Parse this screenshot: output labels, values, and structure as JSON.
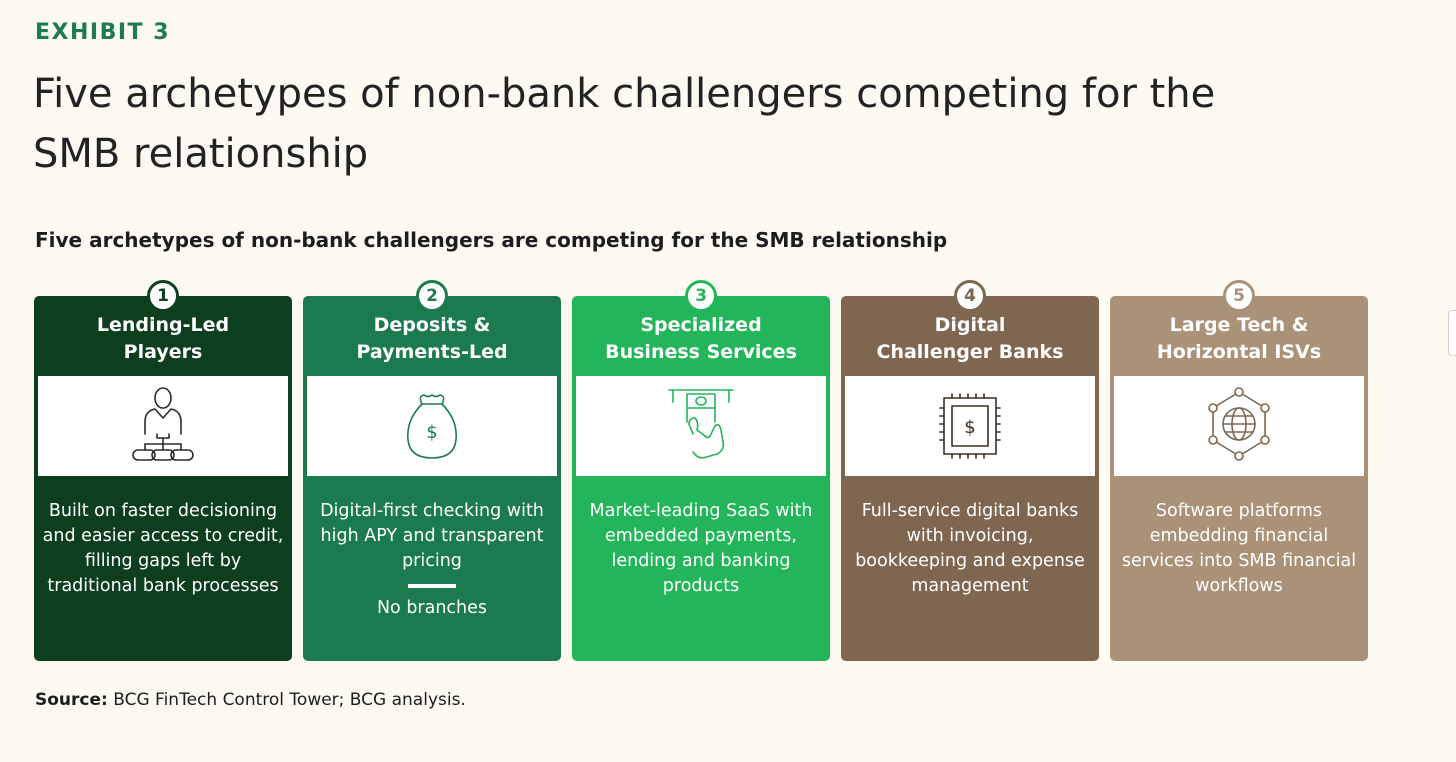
{
  "header": {
    "exhibit": "EXHIBIT 3",
    "title": "Five archetypes of non-bank challengers competing for the SMB relationship",
    "subtitle": "Five archetypes of non-bank challengers are competing for the SMB relationship"
  },
  "cards": [
    {
      "number": "1",
      "title_line1": "Lending-Led",
      "title_line2": "Players",
      "icon": "person-decisioning-icon",
      "description": "Built on faster decisioning and easier access to credit, filling gaps left by traditional bank processes",
      "color": "#0d3f1e"
    },
    {
      "number": "2",
      "title_line1": "Deposits &",
      "title_line2": "Payments-Led",
      "icon": "money-bag-icon",
      "description": "Digital-first checking with high APY and transparent pricing",
      "extra": "No branches",
      "color": "#1c7a4f"
    },
    {
      "number": "3",
      "title_line1": "Specialized",
      "title_line2": "Business Services",
      "icon": "atm-cash-icon",
      "description": "Market-leading SaaS with embedded payments, lending and banking products",
      "color": "#23b55a"
    },
    {
      "number": "4",
      "title_line1": "Digital",
      "title_line2": "Challenger Banks",
      "icon": "dollar-chip-icon",
      "description": "Full-service digital banks with invoicing, bookkeeping and expense management",
      "color": "#7e6650"
    },
    {
      "number": "5",
      "title_line1": "Large Tech &",
      "title_line2": "Horizontal ISVs",
      "icon": "globe-network-icon",
      "description": "Software platforms embedding financial services into SMB financial workflows",
      "color": "#a99278"
    }
  ],
  "source": {
    "label": "Source:",
    "text": "BCG FinTech Control Tower; BCG analysis."
  },
  "colors": {
    "background": "#fcf9f0",
    "accent": "#1e7a50"
  }
}
